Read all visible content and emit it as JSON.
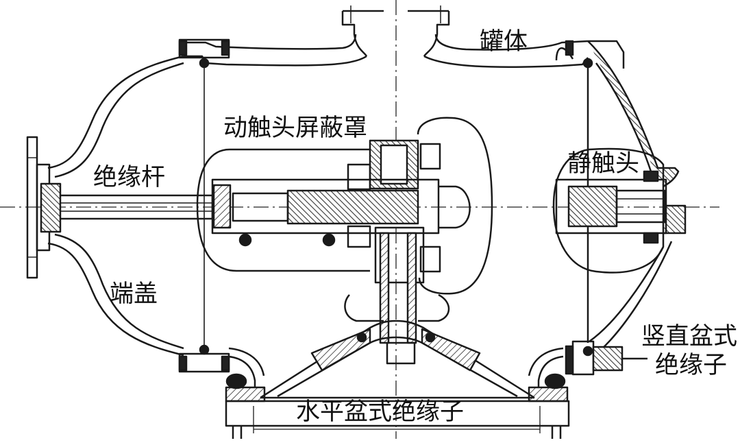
{
  "labels": {
    "tank_body": "罐体",
    "moving_contact_shield": "动触头屏蔽罩",
    "insulating_rod": "绝缘杆",
    "static_contact": "静触头",
    "end_cover": "端盖",
    "vertical_basin_insulator_line1": "竖直盆式",
    "vertical_basin_insulator_line2": "绝缘子",
    "horizontal_basin_insulator": "水平盆式绝缘子"
  },
  "colors": {
    "line": "#1a1a1a",
    "hatch": "#444444",
    "label": "#111111"
  }
}
